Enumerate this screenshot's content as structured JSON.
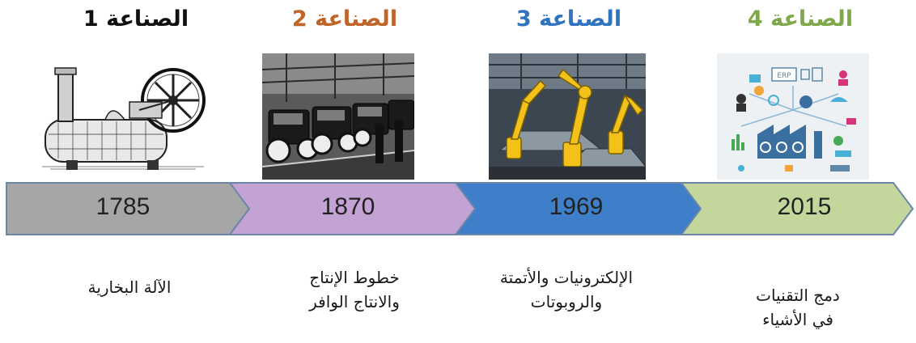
{
  "stages": [
    {
      "title": "الصناعة 1",
      "title_color": "#111111",
      "year": "1785",
      "arrow_color": "#a6a6a6",
      "caption_lines": [
        "الآلة البخارية"
      ],
      "image": "steam-engine-photo"
    },
    {
      "title": "الصناعة 2",
      "title_color": "#c0652a",
      "year": "1870",
      "arrow_color": "#c3a3d3",
      "caption_lines": [
        "خطوط الإنتاج",
        "والانتاج الوافر"
      ],
      "image": "assembly-line-photo"
    },
    {
      "title": "الصناعة 3",
      "title_color": "#2e74c0",
      "year": "1969",
      "arrow_color": "#3f7fc9",
      "caption_lines": [
        "الإلكترونيات والأتمتة",
        "والروبوتات"
      ],
      "image": "industrial-robots-photo"
    },
    {
      "title": "الصناعة 4",
      "title_color": "#7ea84a",
      "year": "2015",
      "arrow_color": "#c3d69c",
      "caption_lines": [
        "دمج التقنيات",
        "في الأشياء"
      ],
      "image": "smart-factory-icons"
    }
  ]
}
